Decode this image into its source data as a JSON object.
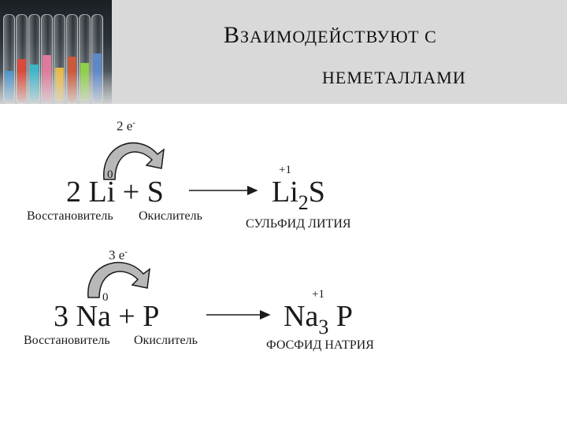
{
  "header": {
    "title_line1_initial": "В",
    "title_line1_rest": "ЗАИМОДЕЙСТВУЮТ С",
    "title_line2": "НЕМЕТАЛЛАМИ"
  },
  "reaction1": {
    "electrons": "2 е",
    "electron_charge": "-",
    "left_oxidation": "0",
    "left_side": "2 Li + S",
    "product_oxidation": "+1",
    "product_main": "Li",
    "product_sub": "2",
    "product_tail": "S",
    "reducer_label": "Восстановитель",
    "oxidizer_label": "Окислитель",
    "product_name": "СУЛЬФИД ЛИТИЯ"
  },
  "reaction2": {
    "electrons": "3 е",
    "electron_charge": "-",
    "left_oxidation": "0",
    "left_side": "3 Na + P",
    "product_oxidation": "+1",
    "product_main": "Na",
    "product_sub": "3",
    "product_tail": " P",
    "reducer_label": "Восстановитель",
    "oxidizer_label": "Окислитель",
    "product_name": "ФОСФИД НАТРИЯ"
  },
  "colors": {
    "header_band": "#d9d9d9",
    "arrow_fill": "#b8b8b8",
    "ink": "#1a1a1a"
  }
}
